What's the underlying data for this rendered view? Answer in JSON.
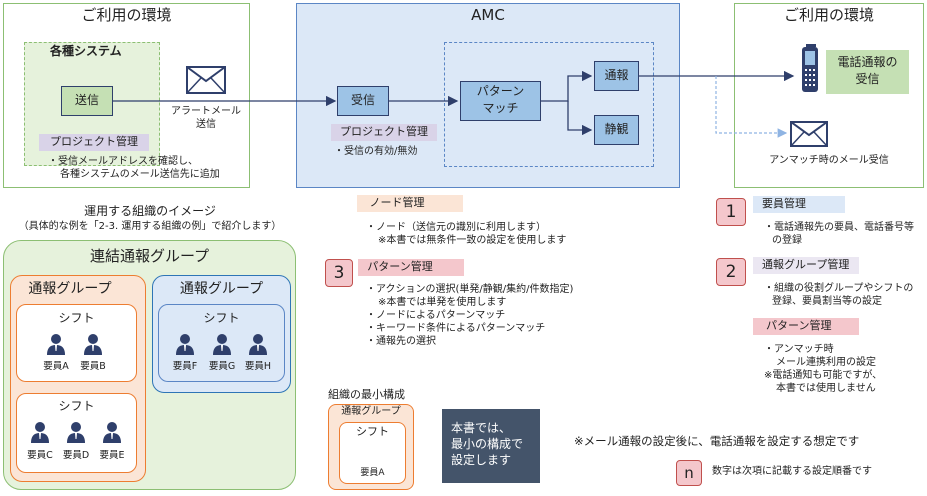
{
  "left_env": {
    "title": "ご利用の環境",
    "system_title": "各種システム",
    "send_label": "送信",
    "project_tag": "プロジェクト管理",
    "note_line1": "・受信メールアドレスを確認し、",
    "note_line2": "各種システムのメール送信先に追加"
  },
  "mail": {
    "label_line1": "アラートメール",
    "label_line2": "送信"
  },
  "amc": {
    "title": "AMC",
    "receive_label": "受信",
    "project_tag": "プロジェクト管理",
    "receive_note": "・受信の有効/無効",
    "pattern_line1": "パターン",
    "pattern_line2": "マッチ",
    "notify_label": "通報",
    "quiet_label": "静観"
  },
  "right_env": {
    "title": "ご利用の環境",
    "phone_line1": "電話通報の",
    "phone_line2": "受信",
    "unmatch_label": "アンマッチ時のメール受信"
  },
  "node_mgmt": {
    "tag": "ノード管理",
    "line1": "・ノード（送信元の識別に利用します）",
    "line2": "※本書では無条件一致の設定を使用します"
  },
  "pattern_mgmt": {
    "num": "3",
    "tag": "パターン管理",
    "line1": "・アクションの選択(単発/静観/集約/件数指定)",
    "line2": "※本書では単発を使用します",
    "line3": "・ノードによるパターンマッチ",
    "line4": "・キーワード条件によるパターンマッチ",
    "line5": "・通報先の選択"
  },
  "right_steps": {
    "s1_num": "1",
    "s1_tag": "要員管理",
    "s1_line1": "・電話通報先の要員、電話番号等",
    "s1_line2": "の登録",
    "s2_num": "2",
    "s2_tag": "通報グループ管理",
    "s2_line1": "・組織の役割グループやシフトの",
    "s2_line2": "登録、要員割当等の設定",
    "p_tag": "パターン管理",
    "p_line1": "・アンマッチ時",
    "p_line2": "メール連携利用の設定",
    "p_line3": "※電話通知も可能ですが、",
    "p_line4": "本書では使用しません"
  },
  "org_image": {
    "title": "運用する組織のイメージ",
    "subtitle": "（具体的な例を「2-3. 運用する組織の例」で紹介します）"
  },
  "org": {
    "outer_title": "連結通報グループ",
    "groupA_title": "通報グループ",
    "groupB_title": "通報グループ",
    "shift1_title": "シフト",
    "shift2_title": "シフト",
    "shift3_title": "シフト",
    "members_shift1": [
      "要員A",
      "要員B"
    ],
    "members_shift2": [
      "要員C",
      "要員D",
      "要員E"
    ],
    "members_shift3": [
      "要員F",
      "要員G",
      "要員H"
    ]
  },
  "minimal": {
    "title": "組織の最小構成",
    "group_title": "通報グループ",
    "shift_title": "シフト",
    "member": "要員A",
    "note_line1": "本書では、",
    "note_line2": "最小の構成で",
    "note_line3": "設定します"
  },
  "footer": {
    "note": "※メール通報の設定後に、電話通報を設定する想定です",
    "legend_n": "n",
    "legend_text": "数字は次項に記載する設定順番です"
  },
  "colors": {
    "green": "#8cbf73",
    "blue_border": "#5b86c5",
    "amc_bg": "#dce8f7",
    "navy": "#2f3f6b",
    "pink": "#f4c7cc",
    "orange": "#ed7d31",
    "note_box": "#44546a"
  },
  "icons": [
    "envelope-icon",
    "mobile-phone-icon",
    "person-icon",
    "arrow-icon"
  ]
}
